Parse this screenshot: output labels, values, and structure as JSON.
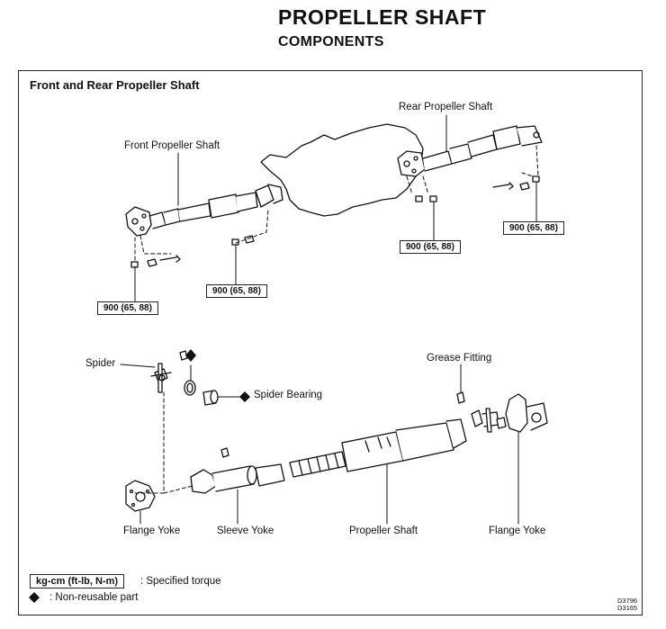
{
  "header": {
    "title": "PROPELLER SHAFT",
    "subtitle": "COMPONENTS"
  },
  "section_title": "Front and Rear Propeller Shaft",
  "labels": {
    "front_shaft": "Front Propeller Shaft",
    "rear_shaft": "Rear Propeller Shaft",
    "spider": "Spider",
    "spider_bearing": "Spider Bearing",
    "grease_fitting": "Grease Fitting",
    "flange_yoke_left": "Flange Yoke",
    "sleeve_yoke": "Sleeve Yoke",
    "propeller_shaft": "Propeller Shaft",
    "flange_yoke_right": "Flange Yoke"
  },
  "torque_specs": {
    "front_flange": "900 (65, 88)",
    "front_rear_flange": "900 (65, 88)",
    "rear_front_flange": "900 (65, 88)",
    "rear_rear_flange": "900 (65, 88)"
  },
  "legend": {
    "torque_box": "kg-cm (ft-lb, N-m)",
    "torque_desc": ":  Specified torque",
    "nonreusable_desc": ":  Non-reusable part"
  },
  "figure_codes": [
    "D3796",
    "D3165"
  ],
  "colors": {
    "ink": "#111111",
    "paper": "#ffffff"
  },
  "icons": {
    "nonreusable": "diamond-icon"
  }
}
